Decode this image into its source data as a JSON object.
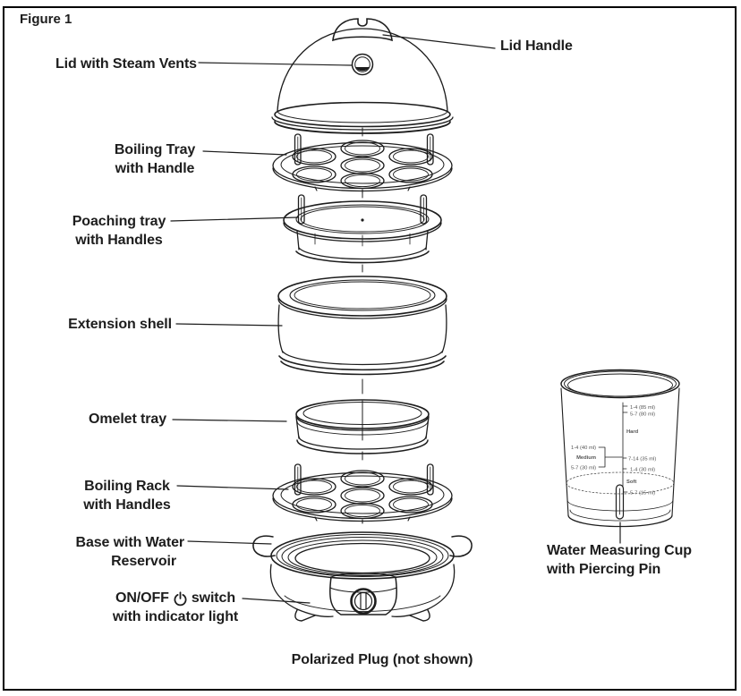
{
  "figure": {
    "title": "Figure 1"
  },
  "callouts": {
    "lid_steam_vents": "Lid with Steam Vents",
    "lid_handle": "Lid Handle",
    "boiling_tray": {
      "line1": "Boiling Tray",
      "line2": "with Handle"
    },
    "poaching_tray": {
      "line1": "Poaching tray",
      "line2": "with Handles"
    },
    "extension_shell": "Extension shell",
    "omelet_tray": "Omelet tray",
    "boiling_rack": {
      "line1": "Boiling Rack",
      "line2": "with Handles"
    },
    "base": {
      "line1": "Base with Water",
      "line2": "Reservoir"
    },
    "switch": {
      "before_icon": "ON/OFF",
      "after_icon": "switch",
      "line2": "with indicator light"
    },
    "plug_note": "Polarized Plug (not shown)",
    "measuring_cup": {
      "line1": "Water Measuring Cup",
      "line2": "with Piercing Pin"
    }
  },
  "measuring_cup_markings": {
    "hard_eggs_1_4": "1-4 (85 ml)",
    "hard_eggs_5_7": "5-7 (80 ml)",
    "hard_label": "Hard",
    "medium_eggs_1_4": "1-4 (40 ml)",
    "medium_label": "Medium",
    "medium_eggs_5_7": "5-7 (30 ml)",
    "mid_mark": "7-14 (35 ml)",
    "soft_eggs_1_4": "1-4 (30 ml)",
    "soft_label": "Soft",
    "soft_eggs_5_7": "5-7 (15 ml)"
  },
  "colors": {
    "ink": "#1d1d1d",
    "background": "#ffffff"
  }
}
